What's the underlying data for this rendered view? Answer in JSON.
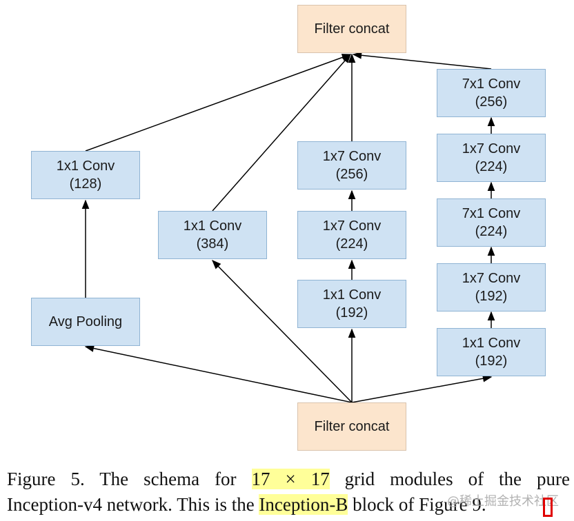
{
  "nodes": {
    "top_concat": "Filter concat",
    "bottom_concat": "Filter concat",
    "avg_pooling": "Avg Pooling",
    "b1_conv": {
      "name": "1x1 Conv",
      "filters": "(128)"
    },
    "b2_conv": {
      "name": "1x1 Conv",
      "filters": "(384)"
    },
    "b3_conv1": {
      "name": "1x1 Conv",
      "filters": "(192)"
    },
    "b3_conv2": {
      "name": "1x7 Conv",
      "filters": "(224)"
    },
    "b3_conv3": {
      "name": "1x7 Conv",
      "filters": "(256)"
    },
    "b4_conv1": {
      "name": "1x1 Conv",
      "filters": "(192)"
    },
    "b4_conv2": {
      "name": "1x7 Conv",
      "filters": "(192)"
    },
    "b4_conv3": {
      "name": "7x1 Conv",
      "filters": "(224)"
    },
    "b4_conv4": {
      "name": "1x7 Conv",
      "filters": "(224)"
    },
    "b4_conv5": {
      "name": "7x1 Conv",
      "filters": "(256)"
    }
  },
  "caption": {
    "line1_part1": "Figure 5.  The schema for ",
    "line1_highlight": "17 × 17",
    "line1_part2": " grid modules of the pure",
    "line2_part1": "Inception-v4 network.  This is the ",
    "line2_highlight": "Inception-B",
    "line2_part2": " block of Figure 9."
  },
  "watermark": "@稀土掘金技术社区",
  "colors": {
    "conv_fill": "#cfe2f3",
    "concat_fill": "#fce5cd",
    "highlight": "#ffff99"
  }
}
